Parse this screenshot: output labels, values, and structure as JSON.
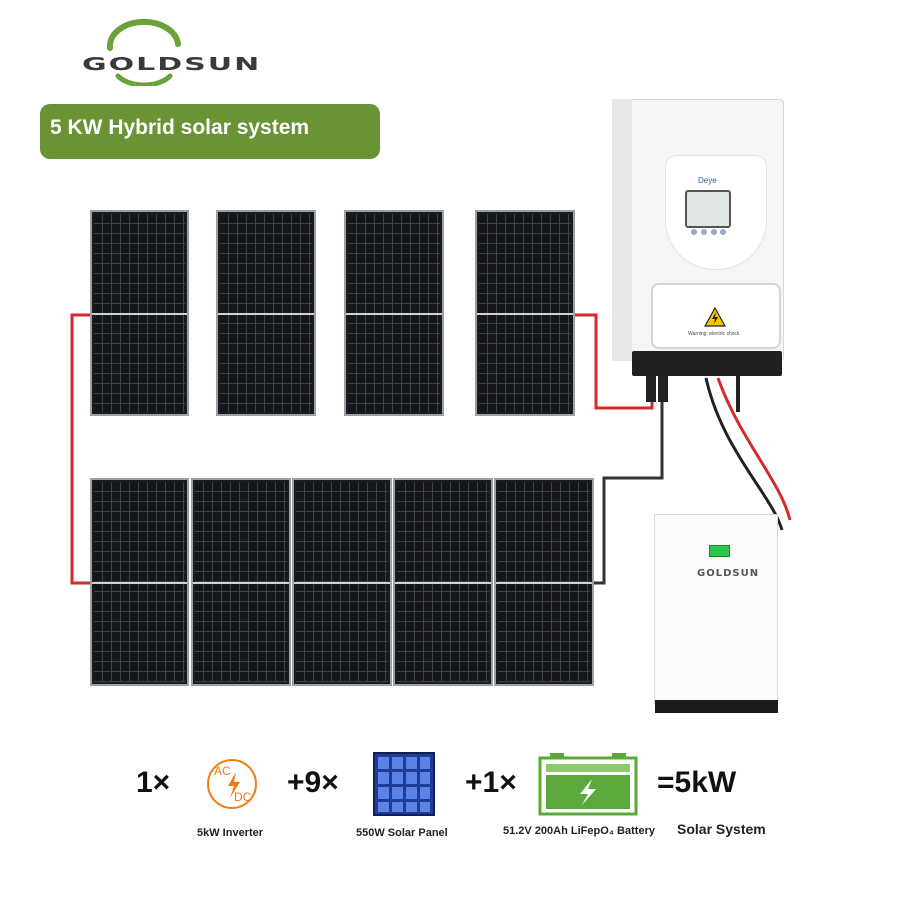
{
  "brand": {
    "logo_text": "GOLDSUN"
  },
  "banner": {
    "title": "5 KW Hybrid solar system"
  },
  "inverter": {
    "brand": "Deye",
    "warning": "Warning: electric shock"
  },
  "battery": {
    "logo_text": "GOLDSUN"
  },
  "colors": {
    "banner_green": "#6a9433",
    "cable_red": "#d42a2a",
    "cable_black": "#333333",
    "icon_orange": "#f07c12",
    "battery_green": "#5ba93a",
    "panel_blue": "#1f3c98"
  },
  "equation": {
    "inverter": {
      "count": "1×",
      "icon_top": "AC",
      "icon_bottom": "DC",
      "caption": "5kW Inverter"
    },
    "panel": {
      "count": "+9×",
      "caption": "550W Solar Panel"
    },
    "battery": {
      "count": "+1×",
      "caption": "51.2V 200Ah LiFepO₄ Battery"
    },
    "total": {
      "text": "=5kW",
      "caption": "Solar System"
    }
  }
}
